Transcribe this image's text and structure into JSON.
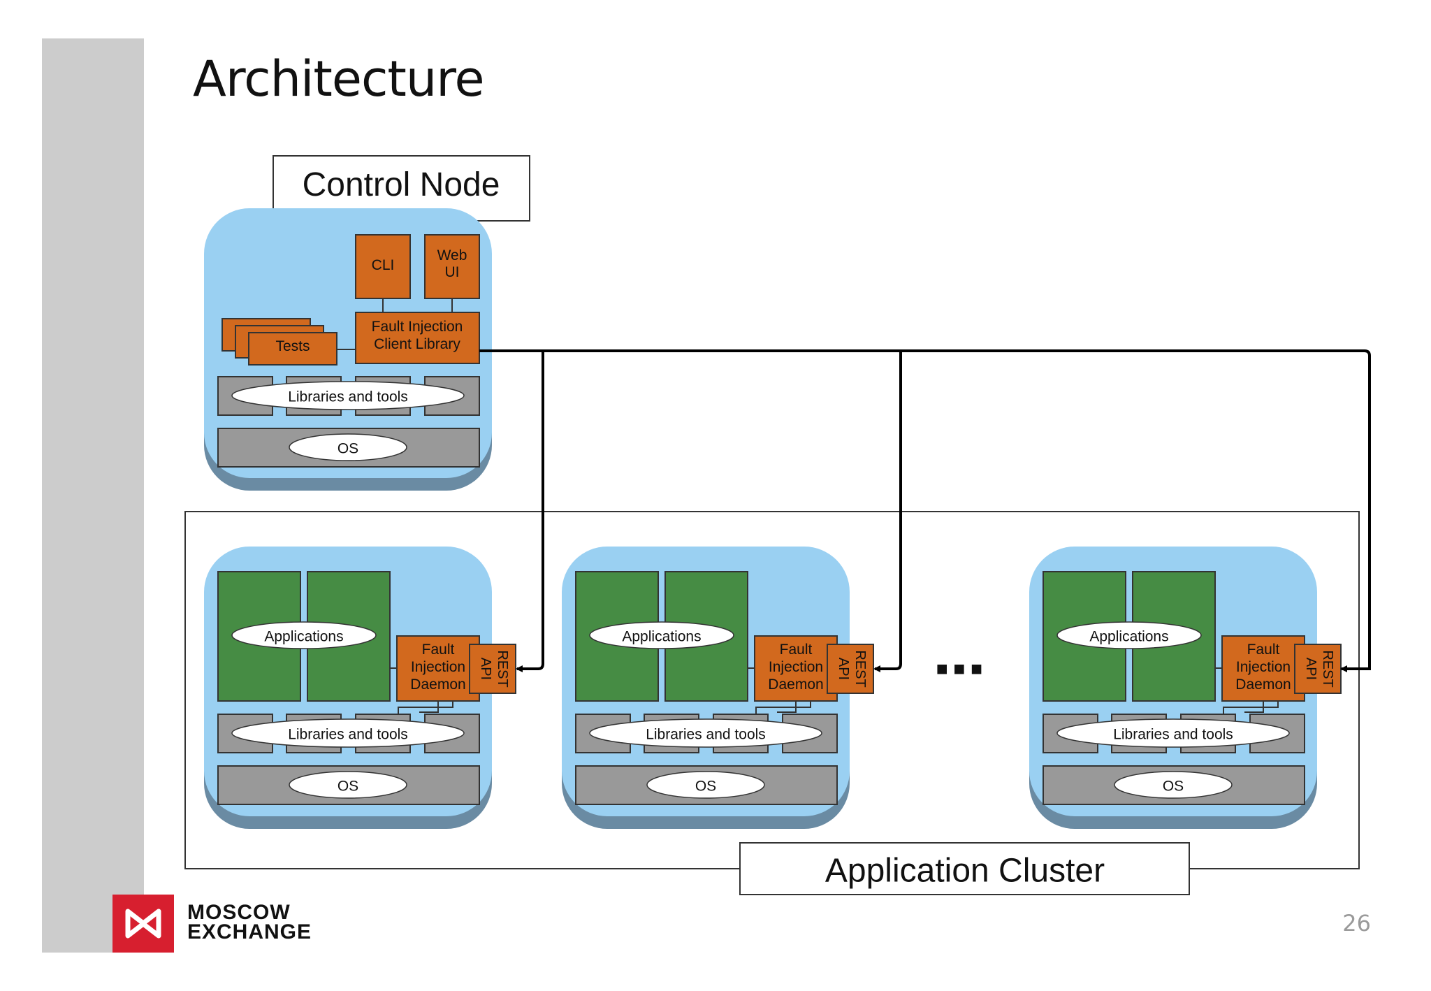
{
  "slide": {
    "title": "Architecture",
    "page_number": "26"
  },
  "logo": {
    "line1": "MOSCOW",
    "line2": "EXCHANGE",
    "brand_color": "#d71f2f"
  },
  "colors": {
    "node_bg": "#9ad0f2",
    "node_shadow": "#6a8ba3",
    "orange": "#d2691e",
    "green": "#468c44",
    "gray": "#999999"
  },
  "control_node": {
    "label": "Control Node",
    "cli": "CLI",
    "web_ui": [
      "Web",
      "UI"
    ],
    "tests": "Tests",
    "client_library": [
      "Fault Injection",
      "Client Library"
    ],
    "libraries": "Libraries and tools",
    "os": "OS"
  },
  "cluster": {
    "label": "Application Cluster",
    "ellipsis": "■  ■  ■",
    "node": {
      "applications": "Applications",
      "daemon": [
        "Fault",
        "Injection",
        "Daemon"
      ],
      "rest_api": [
        "REST",
        "API"
      ],
      "libraries": "Libraries and tools",
      "os": "OS"
    }
  }
}
